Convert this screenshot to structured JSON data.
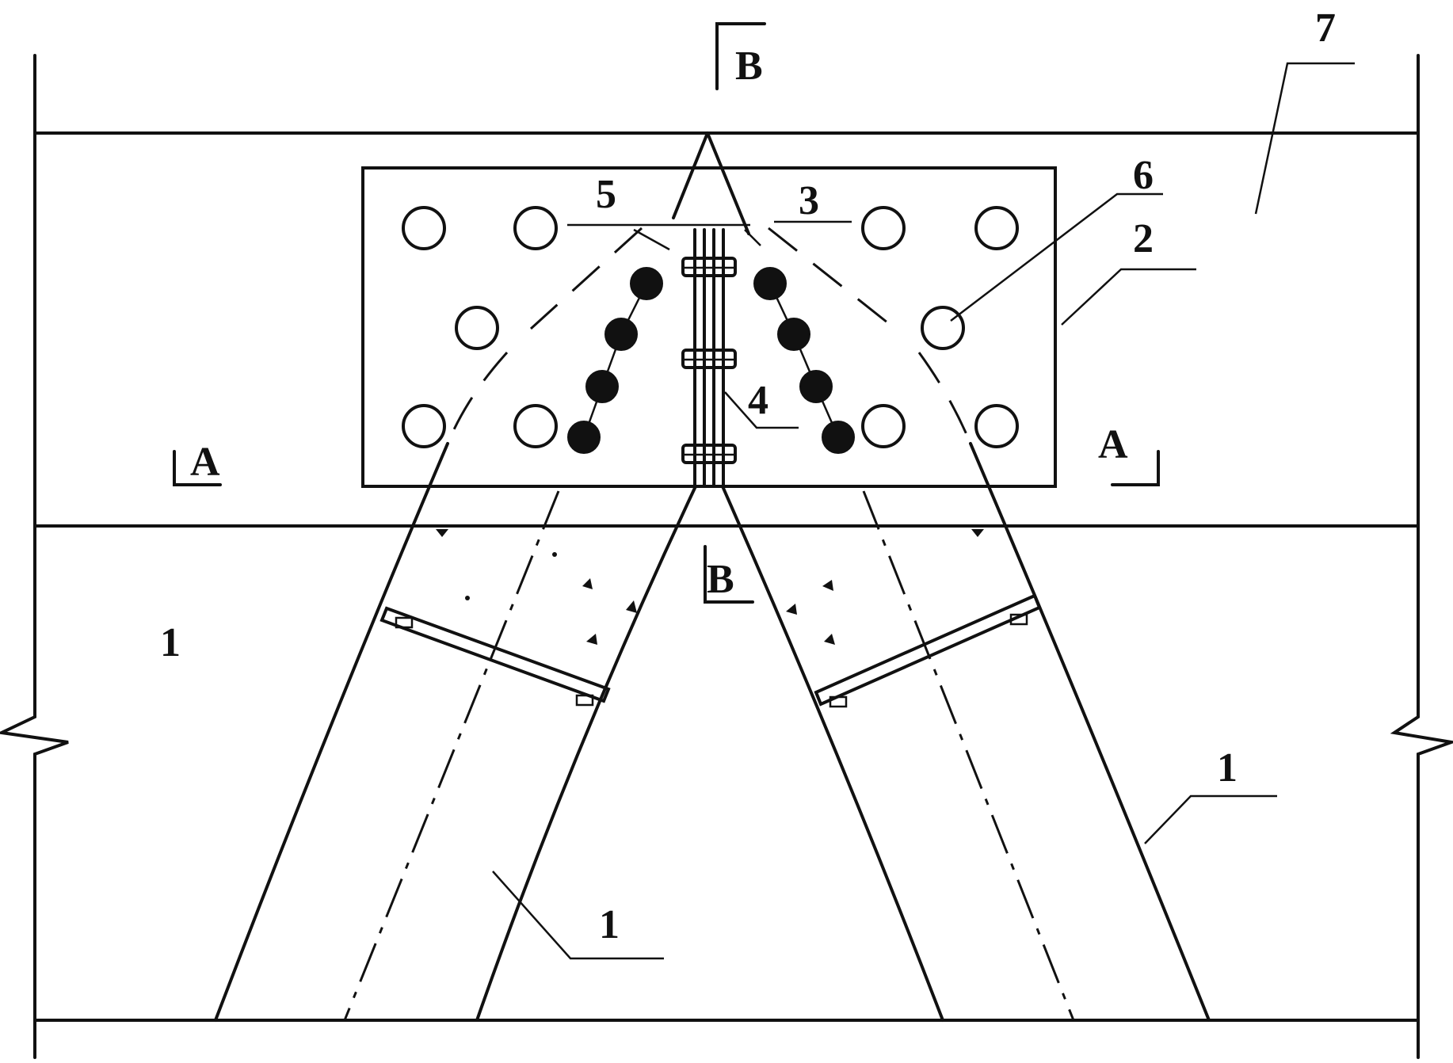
{
  "labels": {
    "section_b_top": "B",
    "section_b_bottom": "B",
    "section_a_left": "A",
    "section_a_right": "A",
    "part_1_left": "1",
    "part_1_right": "1",
    "part_1_bottom": "1",
    "part_2": "2",
    "part_3": "3",
    "part_4": "4",
    "part_5": "5",
    "part_6": "6",
    "part_7": "7"
  }
}
